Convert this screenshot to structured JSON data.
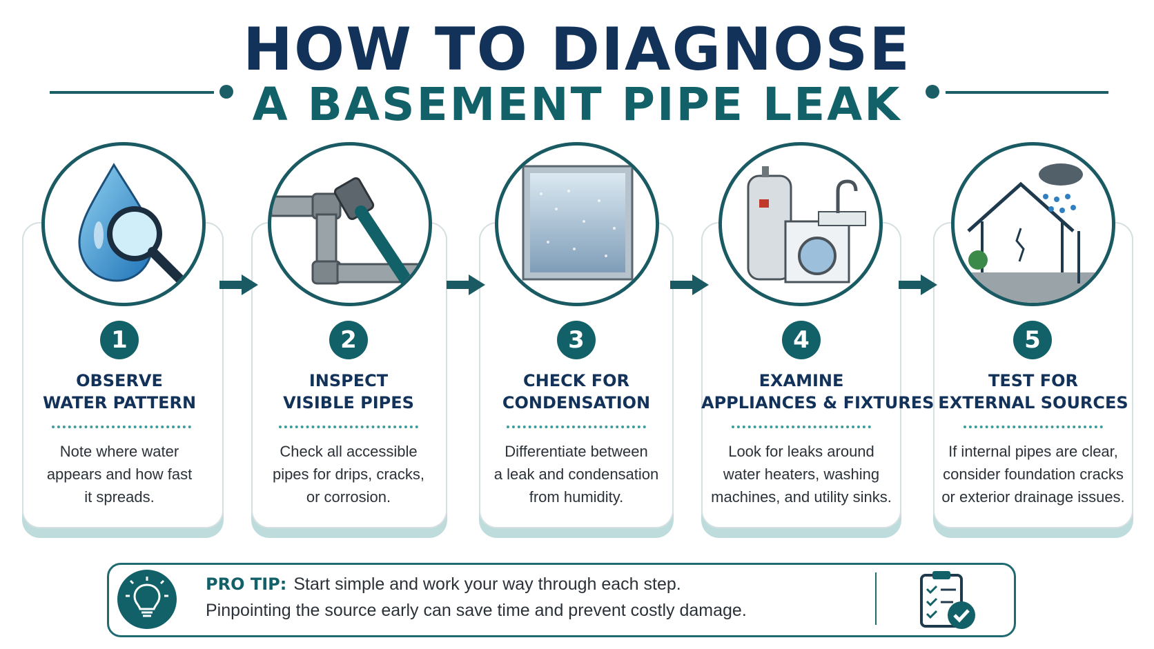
{
  "header": {
    "title_line1": "HOW TO DIAGNOSE",
    "title_line2": "A BASEMENT PIPE LEAK"
  },
  "steps": [
    {
      "number": "1",
      "title": [
        "OBSERVE",
        "WATER PATTERN"
      ],
      "description": [
        "Note where water",
        "appears and how fast",
        "it spreads."
      ],
      "icon": "water-drop-magnifier-icon"
    },
    {
      "number": "2",
      "title": [
        "INSPECT",
        "VISIBLE PIPES"
      ],
      "description": [
        "Check all accessible",
        "pipes for drips, cracks,",
        "or corrosion."
      ],
      "icon": "pipe-wrench-icon"
    },
    {
      "number": "3",
      "title": [
        "CHECK FOR",
        "CONDENSATION"
      ],
      "description": [
        "Differentiate between",
        "a leak and condensation",
        "from humidity."
      ],
      "icon": "condensation-window-icon"
    },
    {
      "number": "4",
      "title": [
        "EXAMINE",
        "APPLIANCES & FIXTURES"
      ],
      "description": [
        "Look for leaks around",
        "water heaters, washing",
        "machines, and utility sinks."
      ],
      "icon": "appliances-icon"
    },
    {
      "number": "5",
      "title": [
        "TEST FOR",
        "EXTERNAL SOURCES"
      ],
      "description": [
        "If internal pipes are clear,",
        "consider foundation cracks",
        "or exterior drainage issues."
      ],
      "icon": "house-rain-icon"
    }
  ],
  "pro_tip": {
    "label": "PRO TIP:",
    "line1": "Start simple and work your way through each step.",
    "line2": "Pinpointing the source early can save time and prevent costly damage.",
    "left_icon": "lightbulb-icon",
    "right_icon": "clipboard-check-icon"
  },
  "colors": {
    "navy": "#12325a",
    "teal": "#136168",
    "card_shadow": "#bfdcdc"
  }
}
